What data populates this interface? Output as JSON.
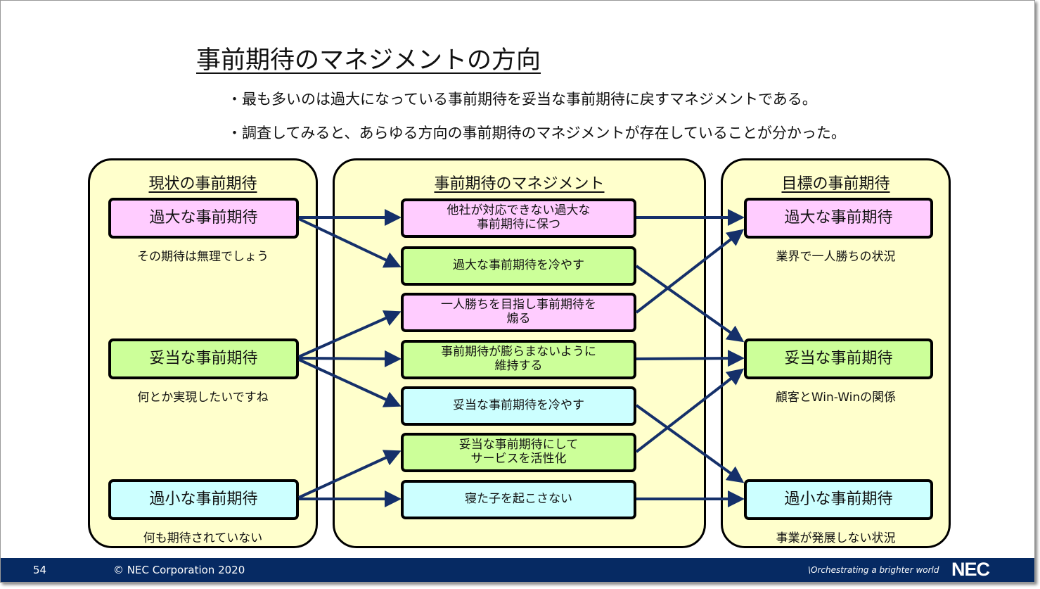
{
  "title": "事前期待のマネジメントの方向",
  "bullets": [
    "・最も多いのは過大になっている事前期待を妥当な事前期待に戻すマネジメントである。",
    "・調査してみると、あらゆる方向の事前期待のマネジメントが存在していることが分かった。"
  ],
  "colors": {
    "panel": "#ffffcc",
    "pink": "#ffccff",
    "green": "#ccff99",
    "cyan": "#ccffff",
    "arrow": "#15306a",
    "footer": "#062a63"
  },
  "left": {
    "heading": "現状の事前期待",
    "items": [
      {
        "label": "過大な事前期待",
        "caption": "その期待は無理でしょう"
      },
      {
        "label": "妥当な事前期待",
        "caption": "何とか実現したいですね"
      },
      {
        "label": "過小な事前期待",
        "caption": "何も期待されていない"
      }
    ]
  },
  "middle": {
    "heading": "事前期待のマネジメント",
    "items": [
      {
        "line1": "他社が対応できない過大な",
        "line2": "事前期待に保つ"
      },
      {
        "line1": "過大な事前期待を冷やす",
        "line2": ""
      },
      {
        "line1": "一人勝ちを目指し事前期待を",
        "line2": "煽る"
      },
      {
        "line1": "事前期待が膨らまないように",
        "line2": "維持する"
      },
      {
        "line1": "妥当な事前期待を冷やす",
        "line2": ""
      },
      {
        "line1": "妥当な事前期待にして",
        "line2": "サービスを活性化"
      },
      {
        "line1": "寝た子を起こさない",
        "line2": ""
      }
    ]
  },
  "right": {
    "heading": "目標の事前期待",
    "items": [
      {
        "label": "過大な事前期待",
        "caption": "業界で一人勝ちの状況"
      },
      {
        "label": "妥当な事前期待",
        "caption": "顧客とWin-Winの関係"
      },
      {
        "label": "過小な事前期待",
        "caption": "事業が発展しない状況"
      }
    ]
  },
  "footer": {
    "page": "54",
    "copyright": "© NEC Corporation 2020",
    "tagline": "\\Orchestrating a brighter world",
    "logo": "NEC"
  }
}
